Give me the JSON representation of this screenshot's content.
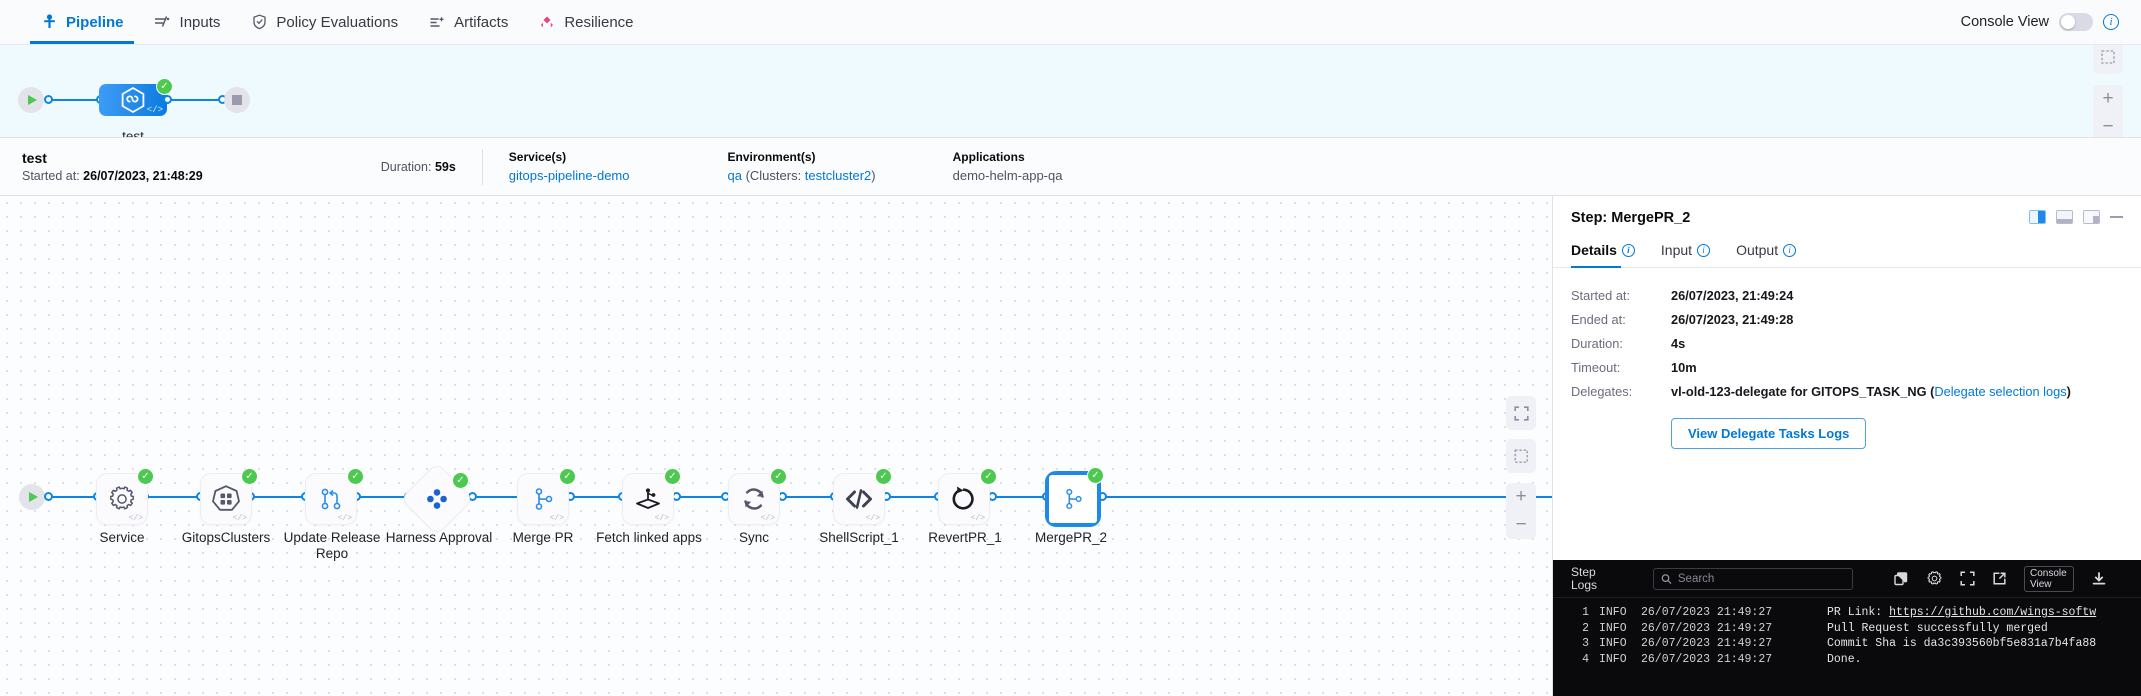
{
  "topnav": {
    "tabs": [
      {
        "label": "Pipeline",
        "icon": "pipeline-icon",
        "active": true
      },
      {
        "label": "Inputs",
        "icon": "inputs-icon",
        "active": false
      },
      {
        "label": "Policy Evaluations",
        "icon": "shield-check-icon",
        "active": false
      },
      {
        "label": "Artifacts",
        "icon": "artifacts-icon",
        "active": false
      },
      {
        "label": "Resilience",
        "icon": "resilience-icon",
        "active": false
      }
    ],
    "console_view_label": "Console View",
    "console_view_on": false,
    "info_glyph": "i"
  },
  "mini_pipeline": {
    "stage_label": "test",
    "start_node": "start-play",
    "end_node": "end-stop",
    "status": "success",
    "code_glyph": "</>"
  },
  "summary": {
    "title": "test",
    "started_label": "Started at:",
    "started_value": "26/07/2023, 21:48:29",
    "duration_label": "Duration:",
    "duration_value": "59s",
    "groups": [
      {
        "label": "Service(s)",
        "value": "gitops-pipeline-demo",
        "link": true
      },
      {
        "label": "Environment(s)",
        "value": "qa",
        "suffix_pre": " (Clusters: ",
        "suffix_link": "testcluster2",
        "suffix_post": ")",
        "link": true
      },
      {
        "label": "Applications",
        "value": "demo-helm-app-qa",
        "link": false
      }
    ]
  },
  "graph": {
    "steps": [
      {
        "name": "Service",
        "icon": "gear-icon",
        "status": "success",
        "shape": "rounded",
        "selected": false
      },
      {
        "name": "GitopsClusters",
        "icon": "kubernetes-cluster-icon",
        "status": "success",
        "shape": "rounded",
        "selected": false
      },
      {
        "name": "Update Release Repo",
        "icon": "branch-merge-icon",
        "status": "success",
        "shape": "rounded",
        "selected": false
      },
      {
        "name": "Harness Approval",
        "icon": "harness-diamond-icon",
        "status": "success",
        "shape": "diamond",
        "selected": false
      },
      {
        "name": "Merge PR",
        "icon": "merge-pr-icon",
        "status": "success",
        "shape": "rounded",
        "selected": false
      },
      {
        "name": "Fetch linked apps",
        "icon": "fetch-apps-icon",
        "status": "success",
        "shape": "rounded",
        "selected": false
      },
      {
        "name": "Sync",
        "icon": "sync-icon",
        "status": "success",
        "shape": "rounded",
        "selected": false
      },
      {
        "name": "ShellScript_1",
        "icon": "code-brackets-icon",
        "status": "success",
        "shape": "rounded",
        "selected": false
      },
      {
        "name": "RevertPR_1",
        "icon": "revert-icon",
        "status": "success",
        "shape": "rounded",
        "selected": false
      },
      {
        "name": "MergePR_2",
        "icon": "merge-pr-icon",
        "status": "success",
        "shape": "rounded",
        "selected": true
      }
    ],
    "code_glyph": "</>",
    "controls": {
      "fullscreen": "fullscreen-icon",
      "fit": "fit-to-screen-icon",
      "zoom_in": "+",
      "zoom_out": "−"
    }
  },
  "details_panel": {
    "title": "Step: MergePR_2",
    "tabs": [
      {
        "label": "Details",
        "active": true
      },
      {
        "label": "Input",
        "active": false
      },
      {
        "label": "Output",
        "active": false
      }
    ],
    "rows": [
      {
        "key": "Started at:",
        "value": "26/07/2023, 21:49:24"
      },
      {
        "key": "Ended at:",
        "value": "26/07/2023, 21:49:28"
      },
      {
        "key": "Duration:",
        "value": "4s"
      },
      {
        "key": "Timeout:",
        "value": "10m"
      }
    ],
    "delegates_key": "Delegates:",
    "delegates_value": "vl-old-123-delegate for GITOPS_TASK_NG (",
    "delegates_link": "Delegate selection logs",
    "delegates_value_end": ")",
    "button_label": "View Delegate Tasks Logs"
  },
  "logs": {
    "title_line1": "Step",
    "title_line2": "Logs",
    "search_placeholder": "Search",
    "search_value": "",
    "console_view_btn": "Console View",
    "icons": [
      "copy-icon",
      "gear-icon",
      "fullscreen-icon",
      "open-external-icon",
      "download-icon"
    ],
    "lines": [
      {
        "no": "1",
        "level": "INFO",
        "ts": "26/07/2023 21:49:27",
        "msg": "PR Link: ",
        "link": "https://github.com/wings-softw",
        "link_truncated": true
      },
      {
        "no": "2",
        "level": "INFO",
        "ts": "26/07/2023 21:49:27",
        "msg": "Pull Request successfully merged",
        "link": "",
        "link_truncated": false
      },
      {
        "no": "3",
        "level": "INFO",
        "ts": "26/07/2023 21:49:27",
        "msg": "Commit Sha is da3c393560bf5e831a7b4fa88",
        "link": "",
        "link_truncated": false
      },
      {
        "no": "4",
        "level": "INFO",
        "ts": "26/07/2023 21:49:27",
        "msg": "Done.",
        "link": "",
        "link_truncated": false
      }
    ]
  },
  "colors": {
    "accent": "#0278d5",
    "edge": "#0b86e8",
    "success": "#4dc952",
    "selected_node": "#1e8ae8",
    "strip_bg": "#eefafd",
    "logs_bg": "#0a0a0c"
  }
}
